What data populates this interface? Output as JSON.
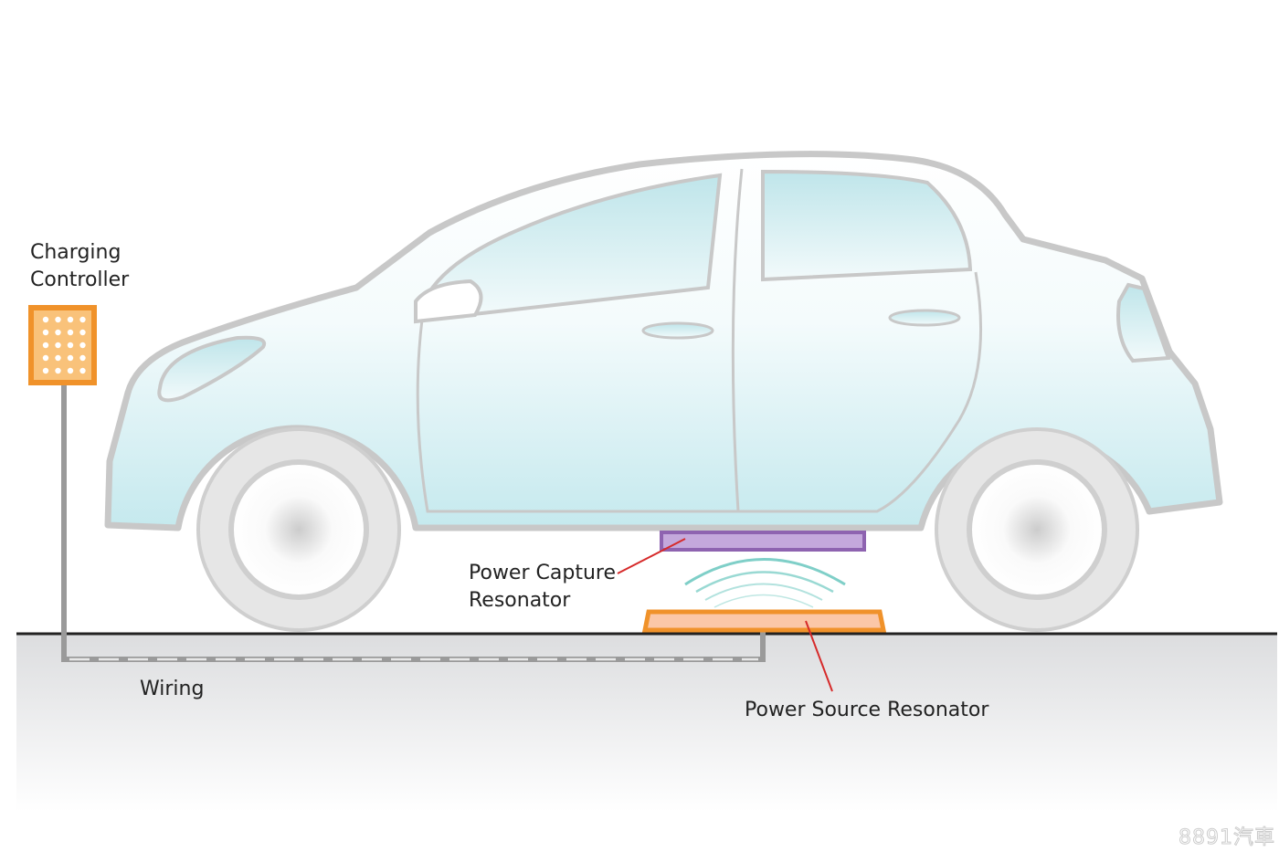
{
  "labels": {
    "charging_controller": [
      "Charging",
      "Controller"
    ],
    "power_capture_resonator": [
      "Power Capture",
      "Resonator"
    ],
    "wiring": "Wiring",
    "power_source_resonator": "Power Source Resonator"
  },
  "watermark": "8891汽車",
  "colors": {
    "controller": "#f0922a",
    "capture_resonator": "#8e63b0",
    "source_resonator": "#f0922a",
    "field_waves": "#7fcfc8",
    "leader_lines": "#d62a2a",
    "car_body": "#dff2f4"
  }
}
